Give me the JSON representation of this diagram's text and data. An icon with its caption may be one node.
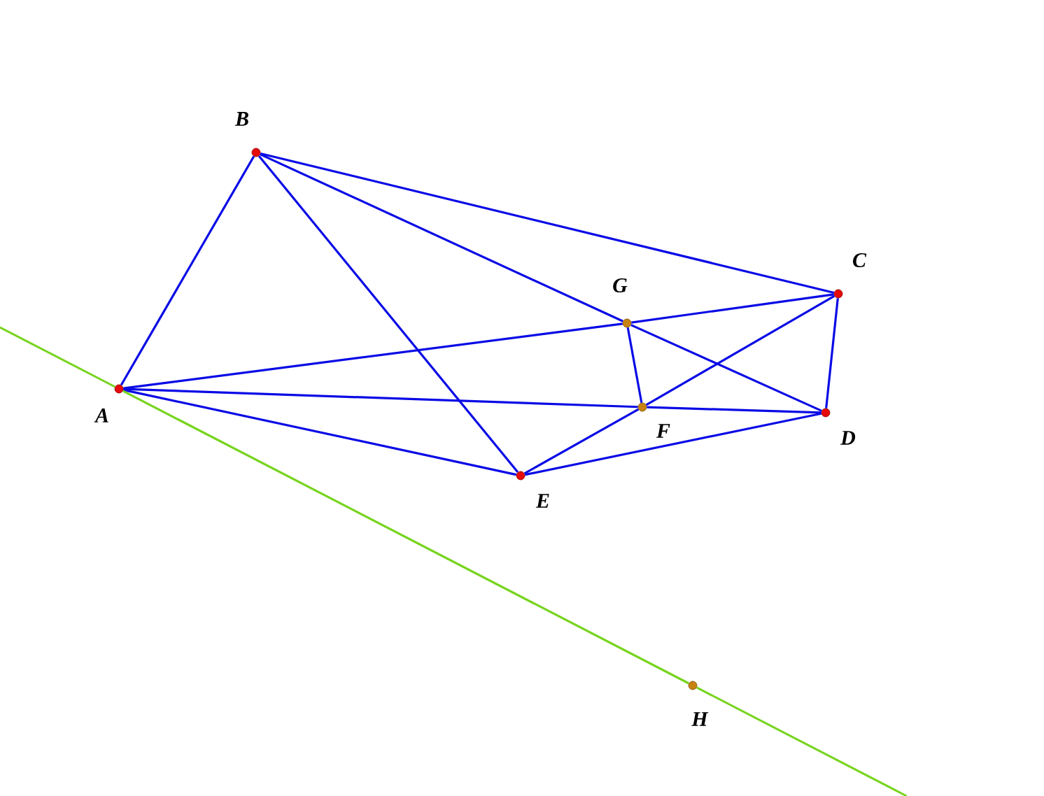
{
  "diagram": {
    "nodes": [
      {
        "text": [
          "A"
        ]
      },
      {
        "text": [
          "B"
        ]
      },
      {
        "text": [
          "C"
        ]
      },
      {
        "text": [
          "D"
        ]
      },
      {
        "text": [
          "E"
        ]
      },
      {
        "text": [
          "F"
        ]
      },
      {
        "text": [
          "G"
        ]
      },
      {
        "text": [
          "H"
        ]
      }
    ],
    "edges": [
      {
        "from": 0,
        "to": 1,
        "arrow": "none"
      },
      {
        "from": 1,
        "to": 2,
        "arrow": "none"
      },
      {
        "from": 1,
        "to": 6,
        "arrow": "none"
      },
      {
        "from": 6,
        "to": 3,
        "arrow": "none"
      },
      {
        "from": 1,
        "to": 4,
        "arrow": "none"
      },
      {
        "from": 0,
        "to": 6,
        "arrow": "none"
      },
      {
        "from": 6,
        "to": 2,
        "arrow": "none"
      },
      {
        "from": 0,
        "to": 5,
        "arrow": "none"
      },
      {
        "from": 5,
        "to": 3,
        "arrow": "none"
      },
      {
        "from": 0,
        "to": 4,
        "arrow": "none"
      },
      {
        "from": 4,
        "to": 5,
        "arrow": "none"
      },
      {
        "from": 5,
        "to": 2,
        "arrow": "none"
      },
      {
        "from": 4,
        "to": 3,
        "arrow": "none"
      },
      {
        "from": 2,
        "to": 3,
        "arrow": "none"
      },
      {
        "from": 6,
        "to": 5,
        "arrow": "none"
      },
      {
        "from": 0,
        "to": 7,
        "arrow": "none",
        "color": "#77d41e"
      }
    ]
  }
}
